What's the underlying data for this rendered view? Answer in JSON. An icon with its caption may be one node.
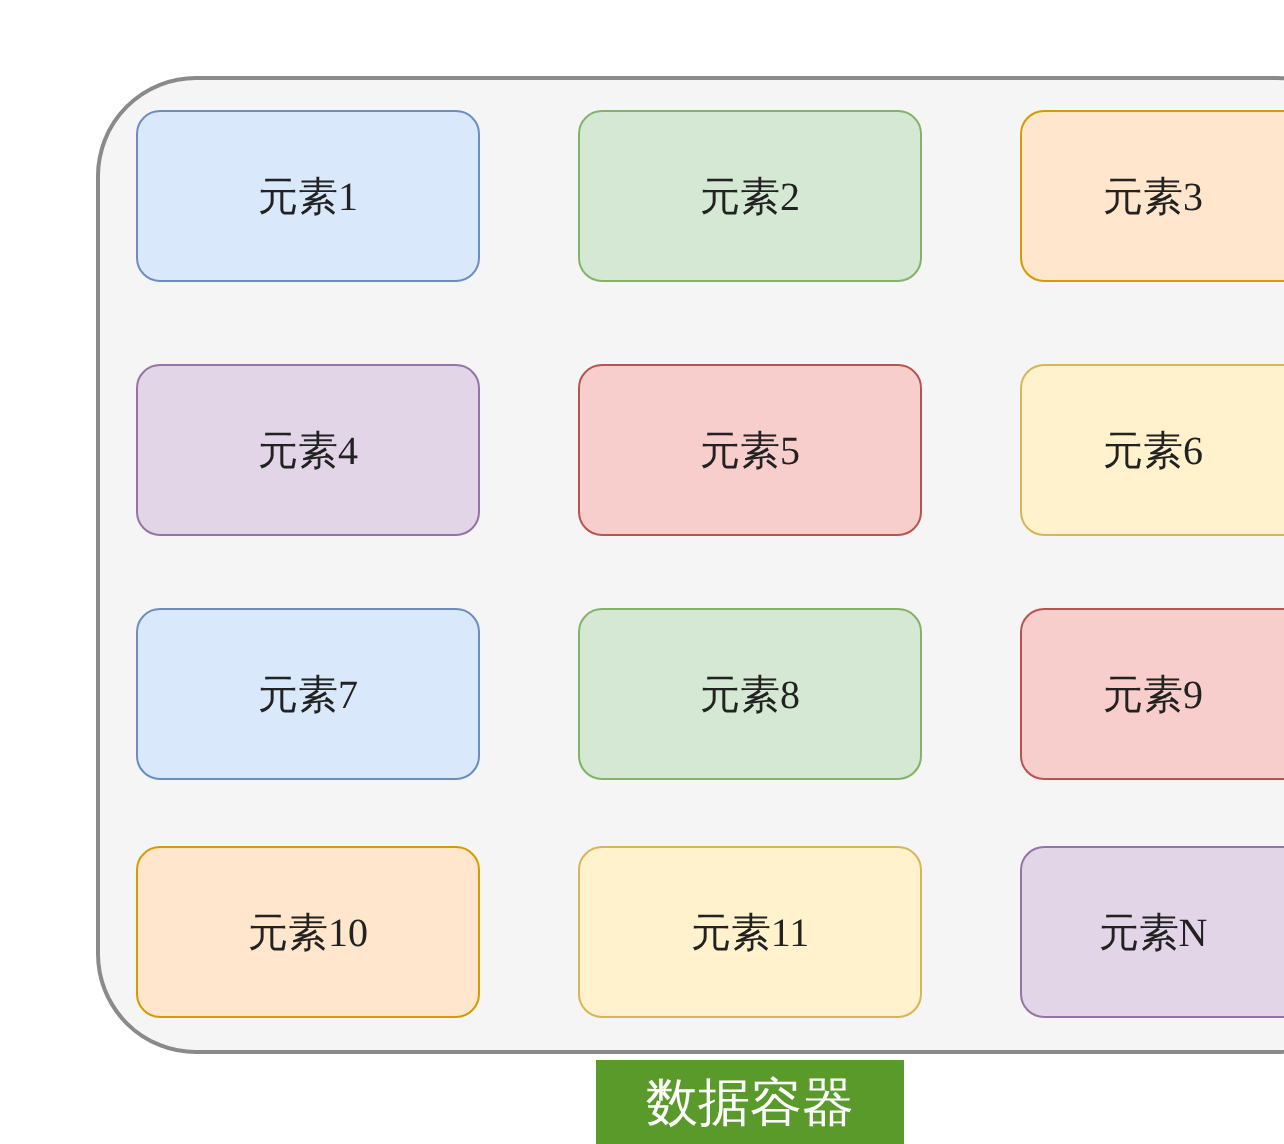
{
  "diagram": {
    "nodes": [
      {
        "text": [
          "数据容器"
        ]
      },
      {
        "text": [
          "元素1"
        ],
        "in": 0
      },
      {
        "text": [
          "元素2"
        ],
        "in": 0
      },
      {
        "text": [
          "元素3"
        ],
        "in": 0
      },
      {
        "text": [
          "元素4"
        ],
        "in": 0
      },
      {
        "text": [
          "元素5"
        ],
        "in": 0
      },
      {
        "text": [
          "元素6"
        ],
        "in": 0
      },
      {
        "text": [
          "元素7"
        ],
        "in": 0
      },
      {
        "text": [
          "元素8"
        ],
        "in": 0
      },
      {
        "text": [
          "元素9"
        ],
        "in": 0
      },
      {
        "text": [
          "元素10"
        ],
        "in": 0
      },
      {
        "text": [
          "元素11"
        ],
        "in": 0
      },
      {
        "text": [
          "元素N"
        ],
        "in": 0
      }
    ]
  }
}
